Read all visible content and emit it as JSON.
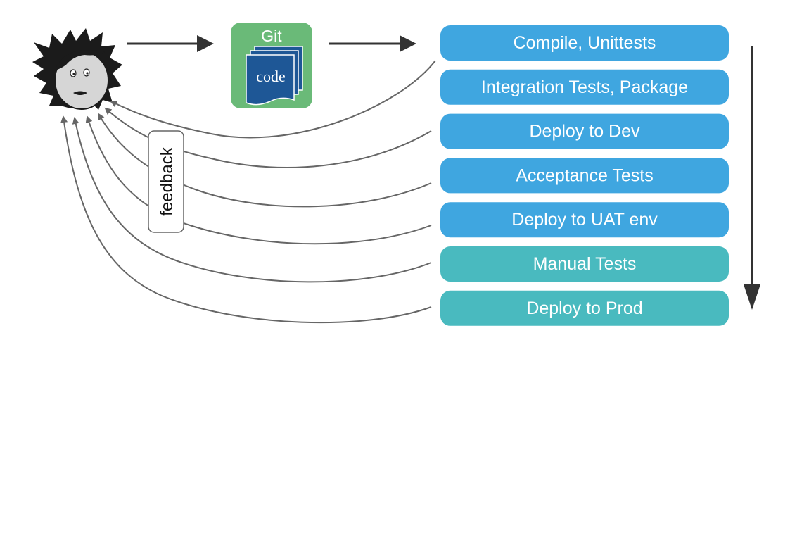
{
  "repo": {
    "title": "Git",
    "doc_label": "code"
  },
  "pipeline": {
    "stages": [
      {
        "label": "Compile, Unittests",
        "kind": "automated"
      },
      {
        "label": "Integration Tests, Package",
        "kind": "automated"
      },
      {
        "label": "Deploy to Dev",
        "kind": "automated"
      },
      {
        "label": "Acceptance Tests",
        "kind": "automated"
      },
      {
        "label": "Deploy to UAT env",
        "kind": "automated"
      },
      {
        "label": "Manual Tests",
        "kind": "manual"
      },
      {
        "label": "Deploy to Prod",
        "kind": "manual"
      }
    ]
  },
  "feedback": {
    "label": "feedback"
  },
  "colors": {
    "automated": "#3fa6e0",
    "manual": "#49babf",
    "git_box": "#6aba78",
    "code_doc": "#1e5796",
    "arrow": "#333333",
    "feedback_line": "#666666"
  }
}
